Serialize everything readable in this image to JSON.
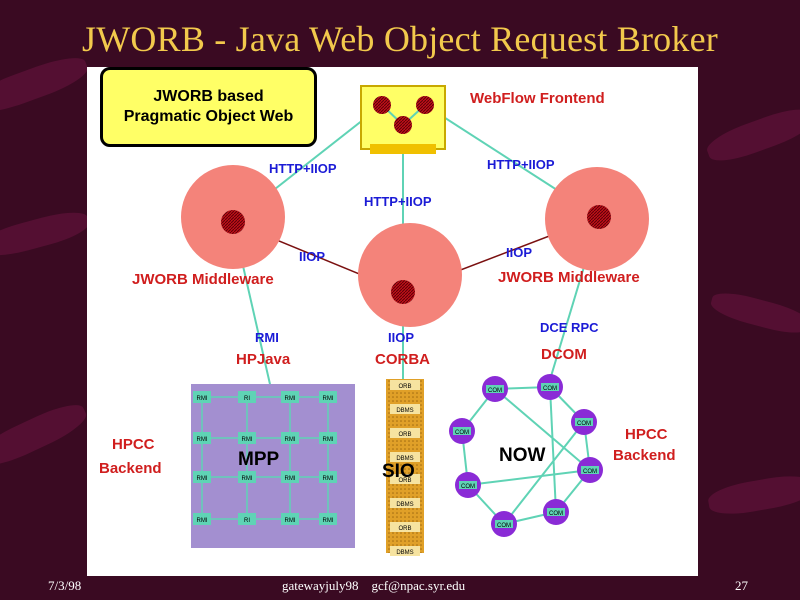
{
  "title": "JWORB - Java Web Object Request Broker",
  "footer": {
    "date": "7/3/98",
    "center": "gatewayjuly98    gcf@npac.syr.edu",
    "page": "27"
  },
  "diagram": {
    "box_line1": "JWORB based",
    "box_line2": "Pragmatic Object Web",
    "webflow": "WebFlow Frontend",
    "http_iiop": "HTTP+IIOP",
    "iiop": "IIOP",
    "middleware": "JWORB Middleware",
    "rmi": "RMI",
    "dce_rpc": "DCE RPC",
    "hpjava": "HPJava",
    "corba": "CORBA",
    "dcom": "DCOM",
    "hpcc_line1": "HPCC",
    "hpcc_line2": "Backend",
    "mpp": "MPP",
    "sio": "SIO",
    "now": "NOW",
    "mpp_cells": [
      "RMI",
      "RI",
      "RMI",
      "RMI",
      "RMI",
      "RMI",
      "RMI",
      "RMI",
      "RMI",
      "RMI",
      "RMI",
      "RMI",
      "RMI",
      "RI",
      "RMI",
      "RMI"
    ],
    "sio_cells": [
      "ORB",
      "DBMS",
      "ORB",
      "DBMS",
      "ORB",
      "DBMS",
      "ORB",
      "DBMS"
    ],
    "now_cell": "COM"
  },
  "colors": {
    "background": "#3a0a22",
    "title": "#f2c94c",
    "middleware_circle": "#f4837a",
    "node": "#c01018",
    "line": "#5fd3b5",
    "label_blue": "#1b1bd6",
    "label_red": "#d01e1e",
    "mpp_grid": "#a38fd0",
    "sio_column": "#e0a028",
    "now_node": "#8a2bd6",
    "box_yellow": "#ffff66"
  }
}
